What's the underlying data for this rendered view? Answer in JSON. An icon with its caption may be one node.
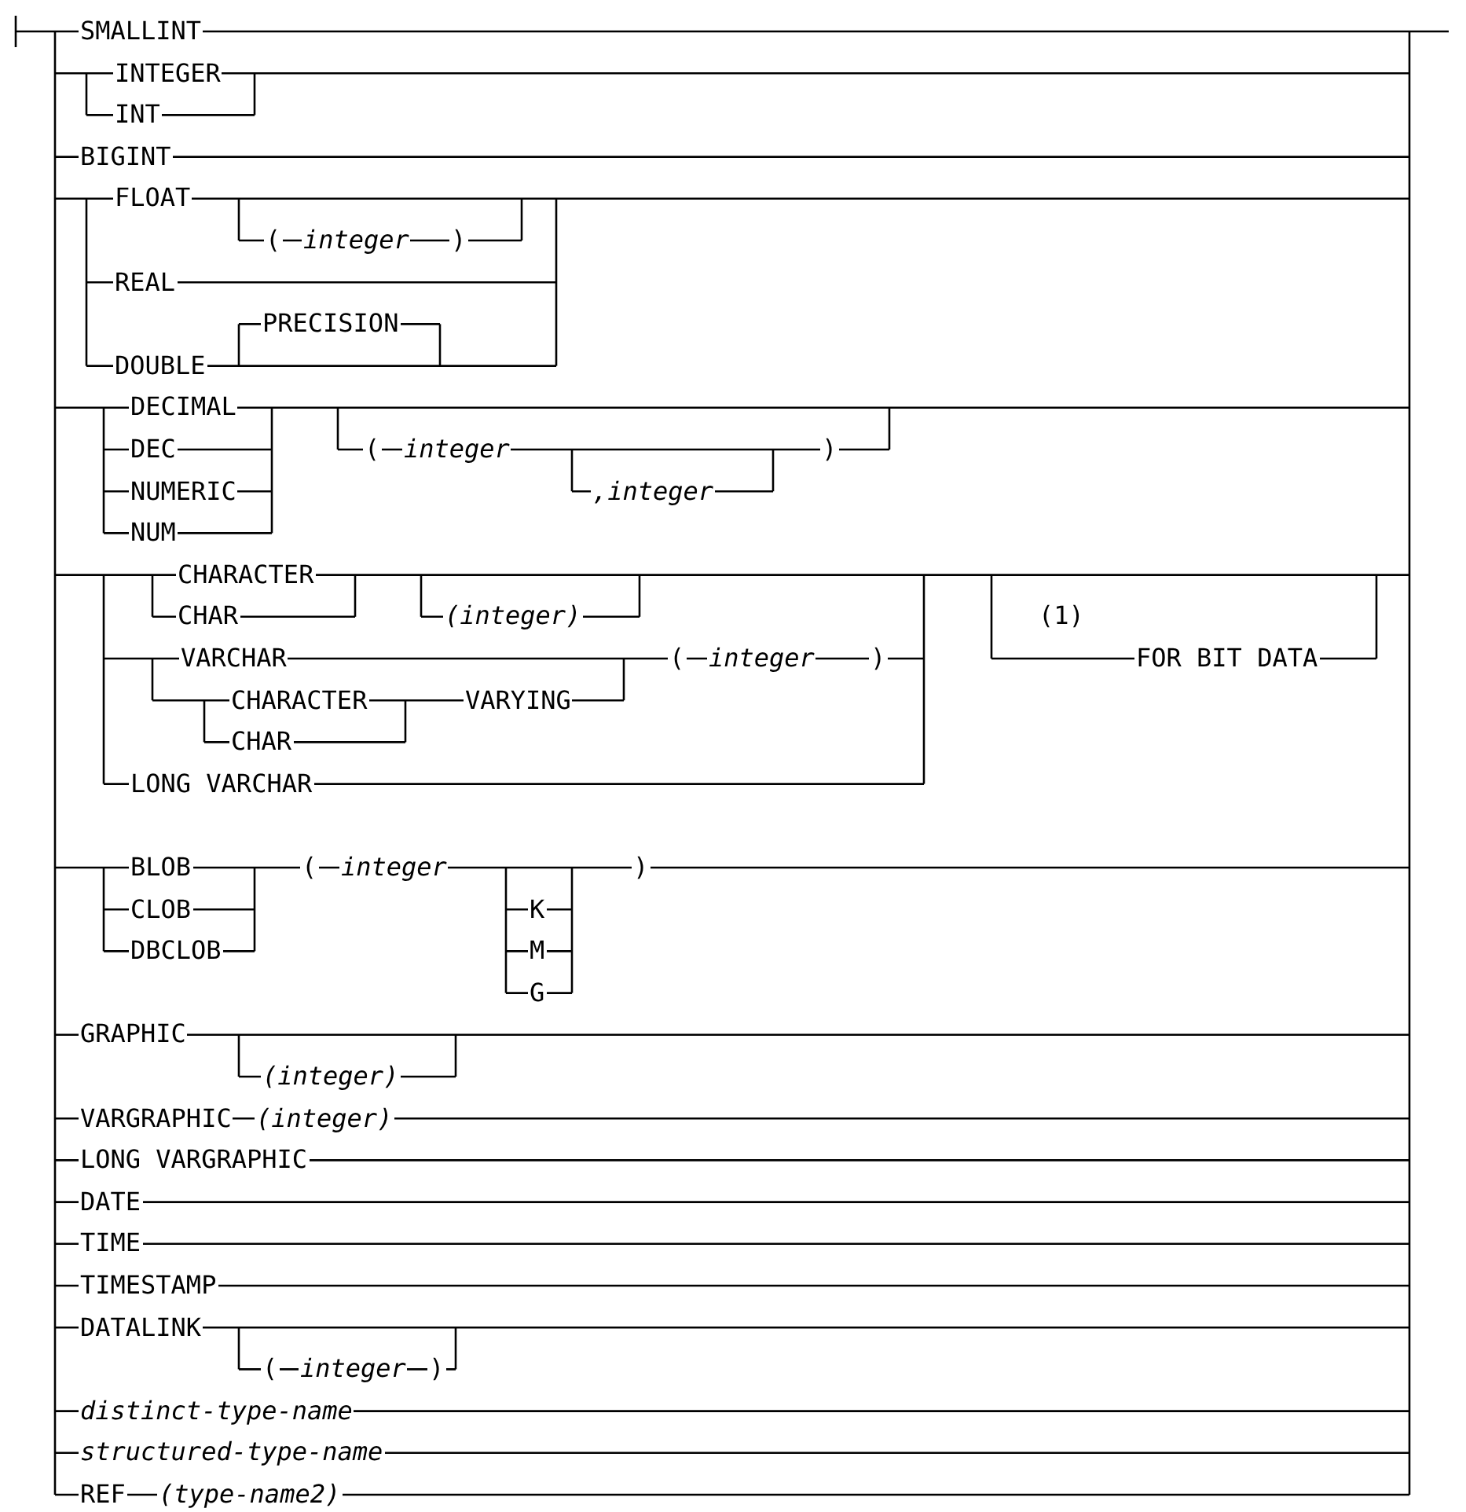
{
  "diagram": {
    "labels": [
      "SMALLINT",
      "INTEGER",
      "INT",
      "BIGINT",
      "FLOAT",
      "(",
      "integer",
      ")",
      "REAL",
      "PRECISION",
      "DOUBLE",
      "DECIMAL",
      "DEC",
      "(",
      "integer",
      ")",
      "NUMERIC",
      ",integer",
      "NUM",
      "CHARACTER",
      "CHAR",
      "(integer)",
      "(1)",
      "VARCHAR",
      "(",
      "integer",
      ")",
      "FOR BIT DATA",
      "CHARACTER",
      "VARYING",
      "CHAR",
      "LONG VARCHAR",
      "BLOB",
      "(",
      "integer",
      ")",
      "CLOB",
      "K",
      "DBCLOB",
      "M",
      "G",
      "GRAPHIC",
      "(integer)",
      "VARGRAPHIC",
      "(integer)",
      "LONG VARGRAPHIC",
      "DATE",
      "TIME",
      "TIMESTAMP",
      "DATALINK",
      "(",
      "integer",
      ")",
      "distinct-type-name",
      "structured-type-name",
      "REF",
      "(type-name2)"
    ]
  }
}
